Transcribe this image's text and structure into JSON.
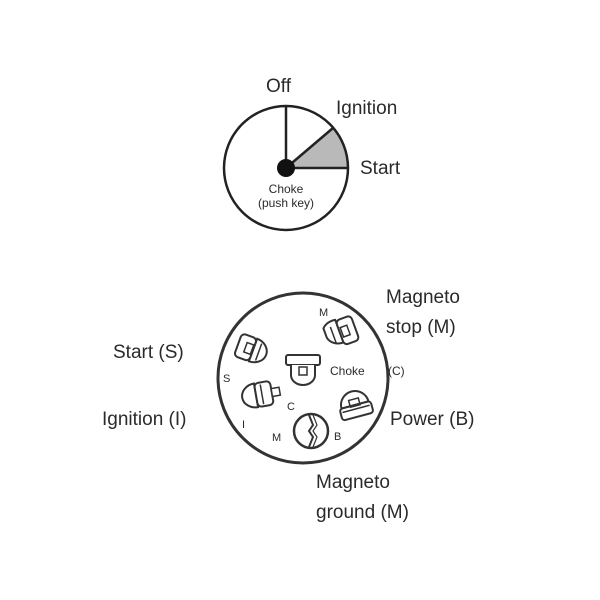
{
  "key_positions": {
    "off": "Off",
    "ignition": "Ignition",
    "start": "Start",
    "choke_line1": "Choke",
    "choke_line2": "(push key)"
  },
  "terminal_labels": {
    "magneto_stop_line1": "Magneto",
    "magneto_stop_line2": "stop (M)",
    "start": "Start (S)",
    "choke": "Choke",
    "choke_code": "(C)",
    "ignition": "Ignition (I)",
    "power": "Power (B)",
    "magneto_ground_line1": "Magneto",
    "magneto_ground_line2": "ground (M)"
  },
  "terminal_codes": {
    "m_top": "M",
    "s": "S",
    "c": "C",
    "i": "I",
    "m_bottom": "M",
    "b": "B"
  },
  "colors": {
    "line": "#222222",
    "shade": "#b9b9b9"
  }
}
